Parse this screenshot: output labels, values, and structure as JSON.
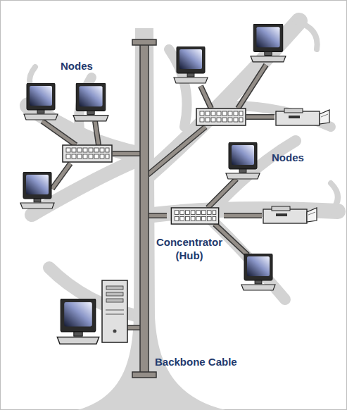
{
  "diagram": {
    "labels": [
      "Nodes",
      "Nodes",
      "Concentrator (Hub)",
      "Backbone Cable"
    ]
  }
}
